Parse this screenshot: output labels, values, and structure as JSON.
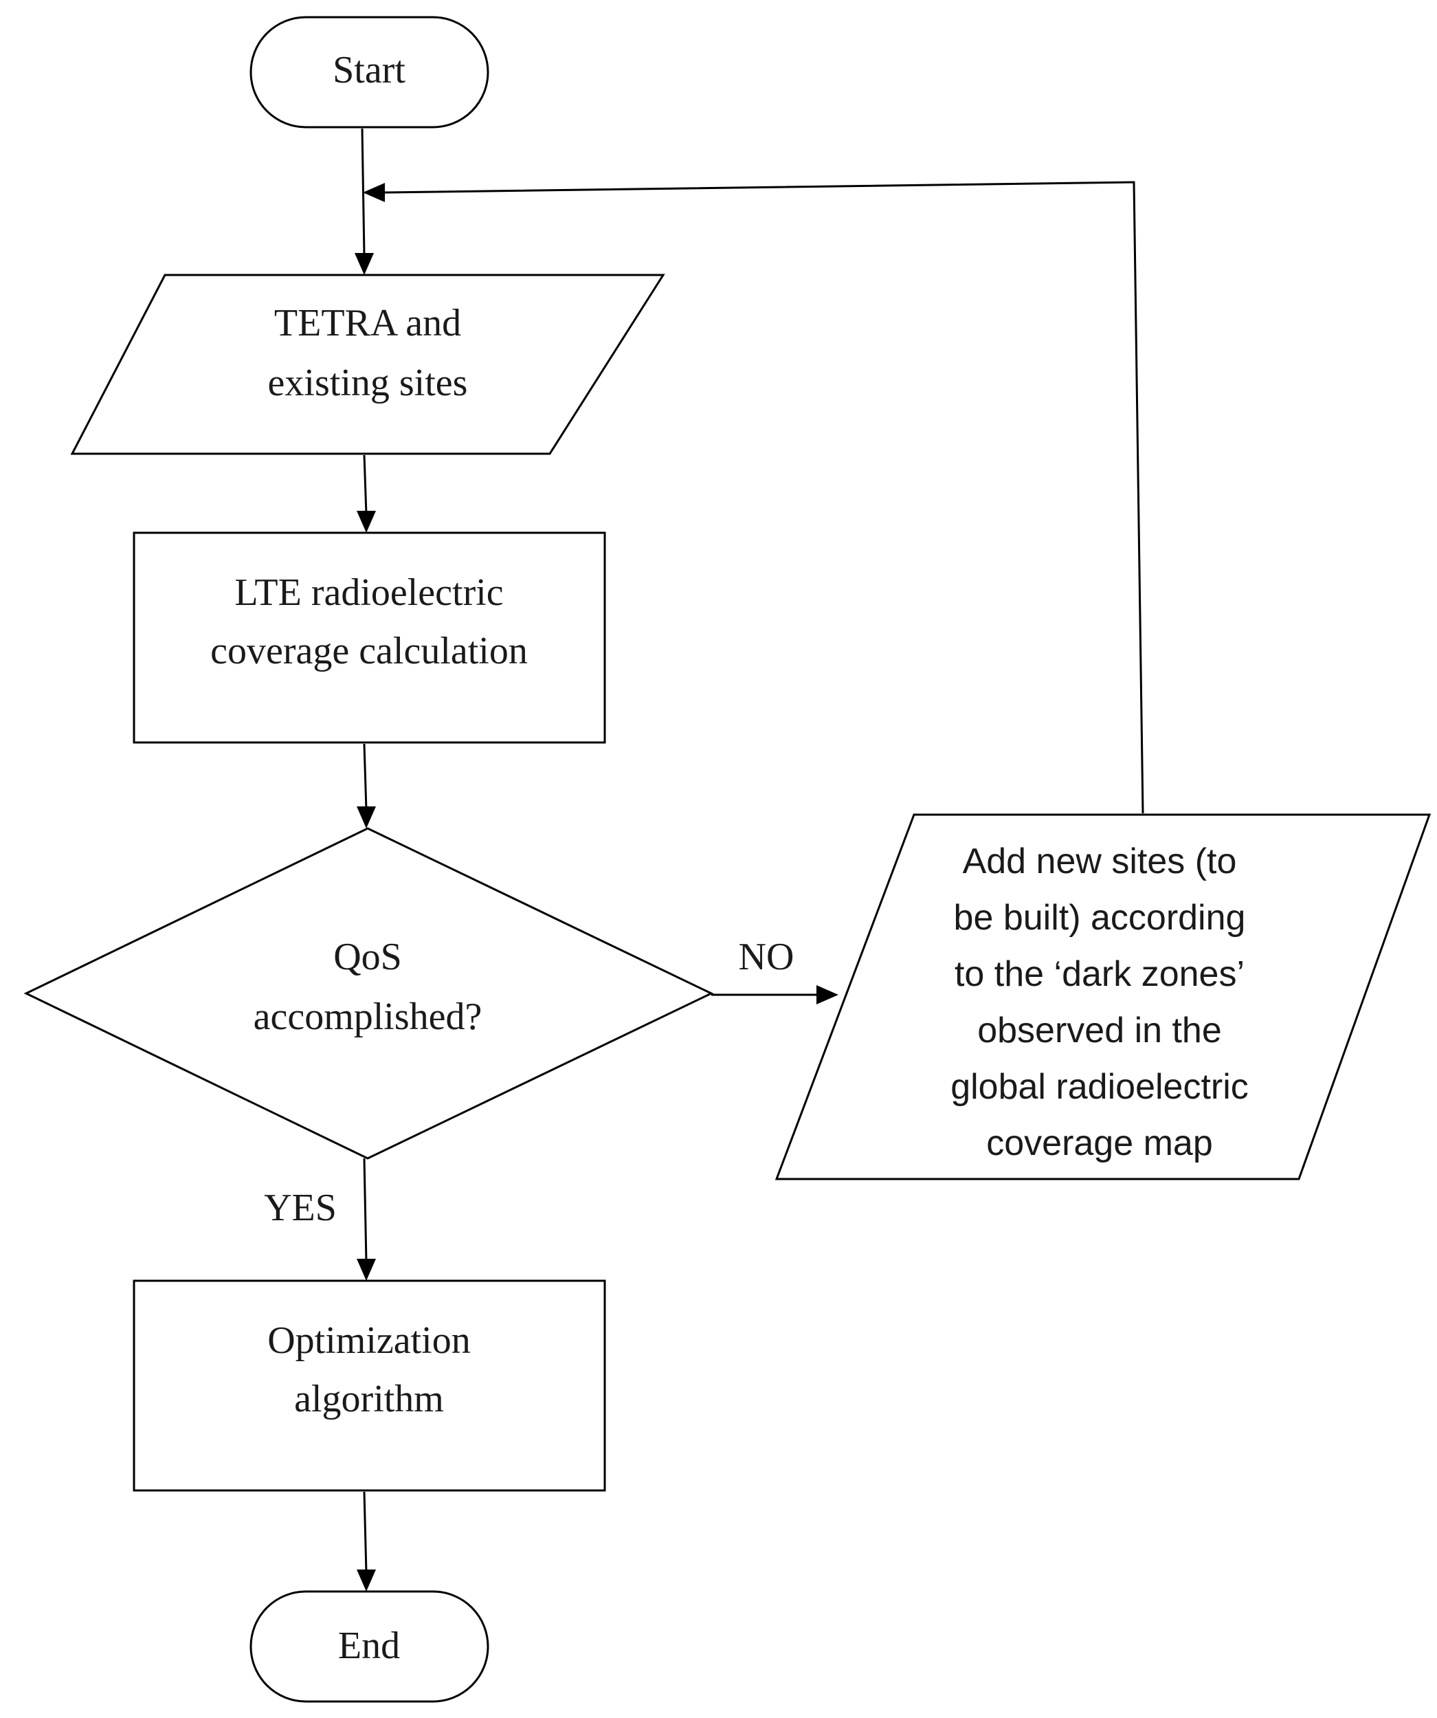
{
  "nodes": {
    "start": {
      "label": "Start"
    },
    "input": {
      "lines": [
        "TETRA and",
        "existing sites"
      ]
    },
    "coverage": {
      "lines": [
        "LTE radioelectric",
        "coverage calculation"
      ]
    },
    "decision": {
      "lines": [
        "QoS",
        "accomplished?"
      ]
    },
    "optimization": {
      "lines": [
        "Optimization",
        "algorithm"
      ]
    },
    "end": {
      "label": "End"
    },
    "add_sites": {
      "lines": [
        "Add new sites (to",
        "be built) according",
        "to the ‘dark zones’",
        "observed in the",
        "global radioelectric",
        "coverage map"
      ]
    }
  },
  "edges": {
    "no_label": "NO",
    "yes_label": "YES"
  }
}
